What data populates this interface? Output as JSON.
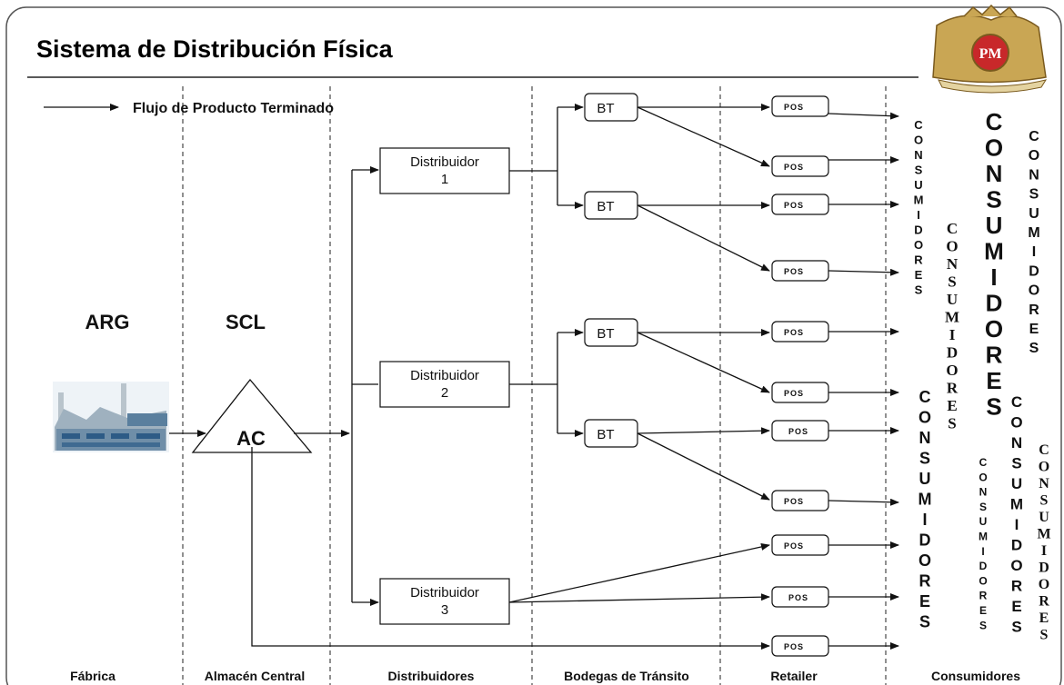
{
  "title": "Sistema de Distribución Física",
  "legend": "Flujo de Producto Terminado",
  "labels": {
    "arg": "ARG",
    "scl": "SCL",
    "ac": "AC"
  },
  "columns": [
    "Fábrica",
    "Almacén Central",
    "Distribuidores",
    "Bodegas de Tránsito",
    "Retailer",
    "Consumidores"
  ],
  "distributors": [
    {
      "line1": "Distribuidor",
      "line2": "1"
    },
    {
      "line1": "Distribuidor",
      "line2": "2"
    },
    {
      "line1": "Distribuidor",
      "line2": "3"
    }
  ],
  "bt_label": "BT",
  "pos_label": "POS",
  "consumers_word": "CONSUMIDORES",
  "logo_text": "PM",
  "colors": {
    "logo_gold": "#b8923a",
    "logo_red": "#c8282a"
  }
}
